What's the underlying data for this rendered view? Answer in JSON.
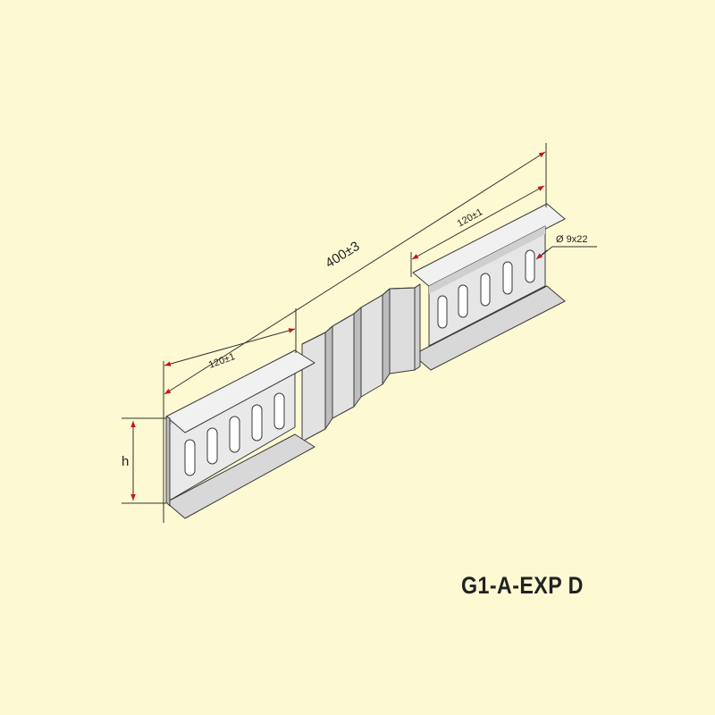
{
  "product": {
    "model_code": "G1-A-EXP D"
  },
  "dimensions": {
    "total_length": "400±3",
    "left_section_length": "120±1",
    "right_section_length": "120±1",
    "hole_size": "Ø 9x22",
    "height_label": "h"
  },
  "colors": {
    "background": "#fdf9d3",
    "arrow": "#c4161c",
    "metal_light": "#eeeeee",
    "metal_mid": "#d6d6d6",
    "metal_dark": "#b4b4b4",
    "outline": "#3a3a3a"
  }
}
